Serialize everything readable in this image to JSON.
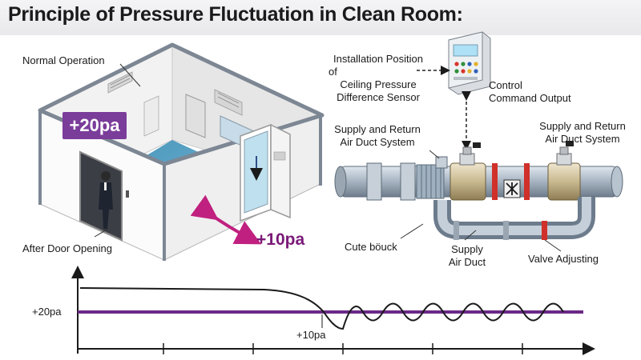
{
  "title": "Principle of Pressure Fluctuation in Clean Room:",
  "room": {
    "normal_label": "Normal Operation",
    "badge_high": "+20pa",
    "after_door_label": "After Door Opening",
    "low_label": "+10pa"
  },
  "system": {
    "sensor_label_lines": [
      "Installation Position",
      "of",
      "Ceiling Pressure",
      "Difference Sensor"
    ],
    "control_label_lines": [
      "Control",
      "Command Output"
    ],
    "duct_left_lines": [
      "Supply and Return",
      "Air Duct System"
    ],
    "duct_right_lines": [
      "Supply and Return",
      "Air Duct System"
    ],
    "cute_label": "Cute böuck",
    "supply_lines": [
      "Supply",
      "Air Duct"
    ],
    "valve_label": "Valve Adjusting"
  },
  "graph": {
    "y_label": "+20pa",
    "dip_label": "+10pa",
    "baseline_color": "#6a2a86"
  },
  "colors": {
    "accent": "#7a3d9a",
    "arrow": "#c0207f",
    "valve_red": "#d0302a"
  }
}
